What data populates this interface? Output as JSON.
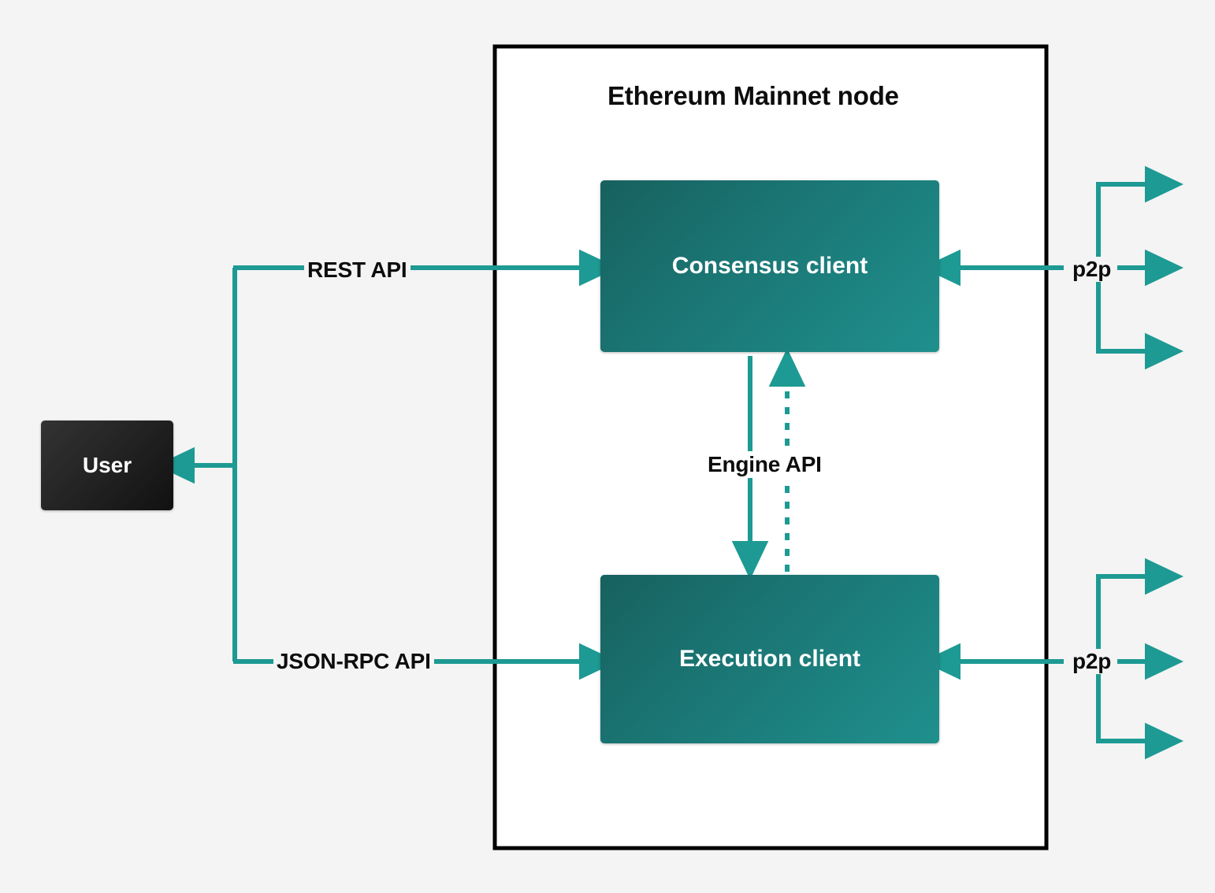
{
  "diagram": {
    "title": "Ethereum Mainnet node",
    "background_color": "#f4f4f4",
    "frame_fill": "#ffffff",
    "frame_stroke": "#000000",
    "accent_color": "#1d9a93",
    "node_gradient_from": "#17615f",
    "node_gradient_to": "#1f908d",
    "user_node_color": "#1a1a1a"
  },
  "nodes": {
    "user": {
      "label": "User"
    },
    "consensus_client": {
      "label": "Consensus client"
    },
    "execution_client": {
      "label": "Execution client"
    }
  },
  "edges": {
    "rest_api": {
      "label": "REST API"
    },
    "json_rpc_api": {
      "label": "JSON-RPC API"
    },
    "engine_api": {
      "label": "Engine API"
    },
    "p2p_consensus": {
      "label": "p2p"
    },
    "p2p_execution": {
      "label": "p2p"
    }
  }
}
